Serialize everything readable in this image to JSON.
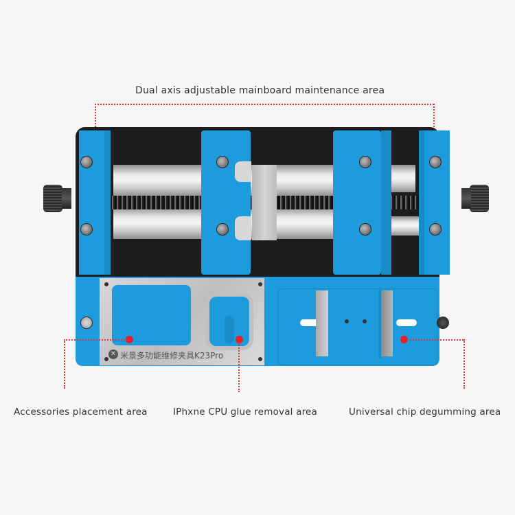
{
  "callouts": {
    "top": "Dual axis adjustable mainboard maintenance area",
    "bottom_left": "Accessories placement area",
    "bottom_center": "IPhxne CPU glue removal area",
    "bottom_right": "Universal chip degumming area"
  },
  "product": {
    "plate_brand_text": "米景多功能维修夹具K23Pro",
    "brand_icon": "tool-cross-icon"
  },
  "colors": {
    "accent_blue": "#1e9bdc",
    "callout_red": "#ee1c24",
    "base_black": "#1d1d1f",
    "background": "#f7f7f7"
  }
}
